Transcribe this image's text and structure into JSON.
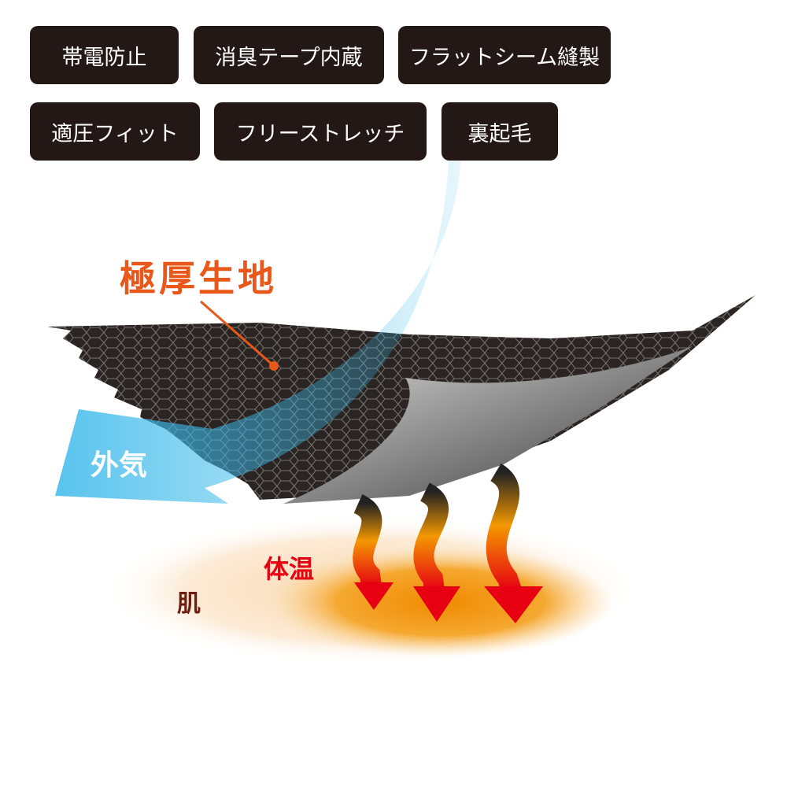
{
  "features": [
    "帯電防止",
    "消臭テープ内蔵",
    "フラットシーム縫製",
    "適圧フィット",
    "フリーストレッチ",
    "裏起毛"
  ],
  "labels": {
    "fabric": "極厚生地",
    "outside_air": "外気",
    "body_heat": "体温",
    "skin": "肌"
  },
  "colors": {
    "badge": "#231815",
    "fabric_label": "#e8581a",
    "air": "#3bb9ea",
    "heat_label": "#e60012",
    "skin_label": "#6b1e12"
  }
}
